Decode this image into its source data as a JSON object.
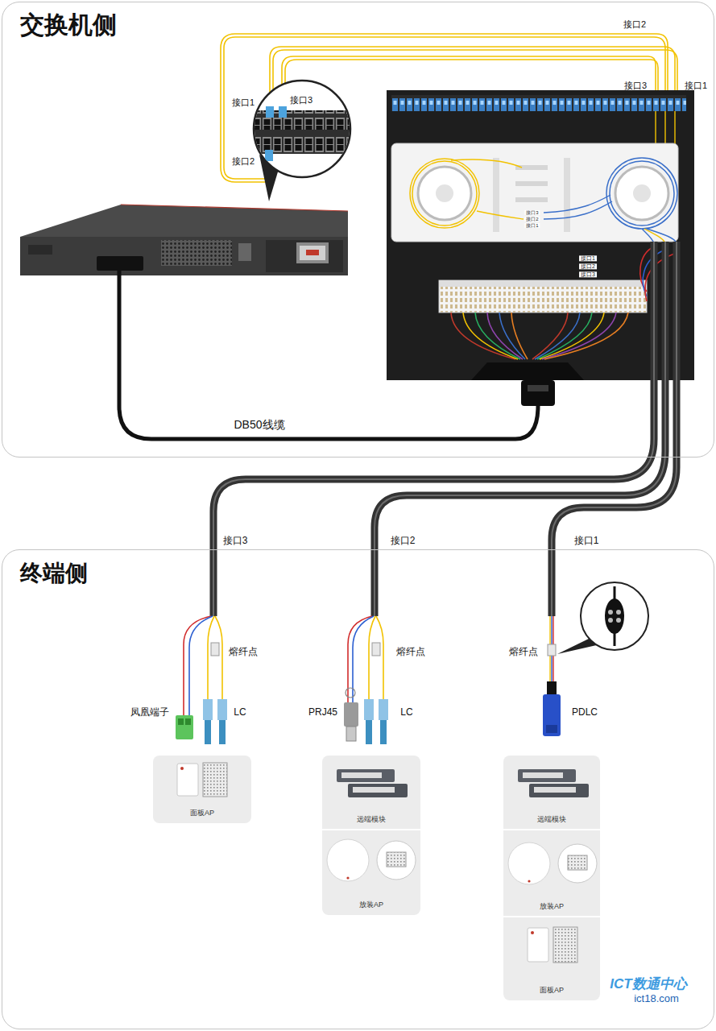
{
  "diagram": {
    "nodes": [
      {
        "text": [
          "交换机侧"
        ]
      },
      {
        "text": [
          "终端侧"
        ]
      },
      {
        "text": [
          "面板AP"
        ],
        "in": 1
      },
      {
        "text": [
          "远端模块"
        ],
        "in": 1
      },
      {
        "text": [
          "放装AP"
        ],
        "in": 1
      },
      {
        "text": [
          "远端模块"
        ],
        "in": 1
      },
      {
        "text": [
          "放装AP"
        ],
        "in": 1
      },
      {
        "text": [
          "面板AP"
        ],
        "in": 1
      }
    ],
    "labels": [
      "接口2",
      "接口3",
      "接口1",
      "接口1",
      "接口3",
      "接口2",
      "接口3",
      "接口2",
      "接口1",
      "接口1",
      "接口2",
      "接口3",
      "DB50线缆",
      "接口3",
      "接口2",
      "接口1",
      "熔纤点",
      "熔纤点",
      "熔纤点",
      "凤凰端子",
      "LC",
      "PRJ45",
      "LC",
      "PDLC",
      "ICT数通中心",
      "ict18.com"
    ]
  }
}
